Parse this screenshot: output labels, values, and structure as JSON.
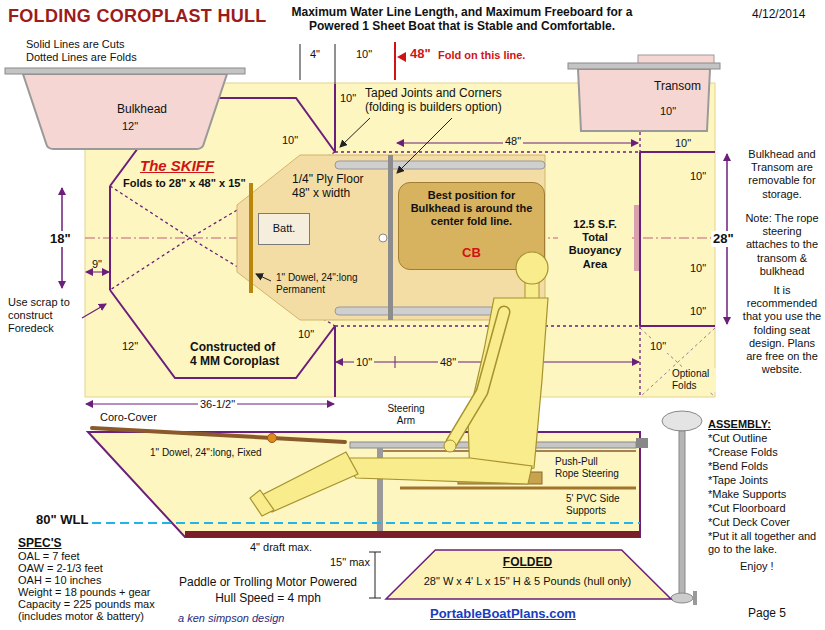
{
  "diagram": {
    "title": "FOLDING COROPLAST HULL",
    "nodes": [
      {
        "text": [
          "Bulkhead"
        ]
      },
      {
        "text": [
          "Transom",
          "10\""
        ]
      },
      {
        "text": [
          "The SKIFF",
          "Folds to 28\" x 48\" x 15\""
        ]
      },
      {
        "text": [
          "1/4\" Ply Floor 48\" x width"
        ],
        "in": 2
      },
      {
        "text": [
          "Batt."
        ],
        "in": 3
      },
      {
        "text": [
          "Best position for Bulkhead is around the center fold line.",
          "CB"
        ],
        "in": 3
      },
      {
        "text": [
          "FOLDED",
          "28\" W x 4' L x 15\" H & 5 Pounds (hull only)"
        ]
      }
    ],
    "labels": [
      "Maximum Water Line Length, and Maximum Freeboard for a Powered 1 Sheet Boat that is Stable and Comfortable.",
      "4/12/2014",
      "Solid Lines are Cuts Dotted Lines are Folds",
      "4\"",
      "10\"",
      "48\"",
      "Fold on this line.",
      "Taped Joints and Corners (folding is builders option)",
      "10\"",
      "12\"",
      "10\"",
      "48\"",
      "10\"",
      "Bulkhead and Transom are removable for storage.",
      "10\"",
      "18\"",
      "1\" Dowel, 24\":long Permanent",
      "12.5 S.F. Total Buoyancy Area",
      "28\"",
      "Note: The rope steering attaches to the transom & bulkhead",
      "10\"",
      "9\"",
      "Use scrap to construct Foredeck",
      "It is recommended that you use the folding seat design. Plans are free on the website.",
      "10\"",
      "10\"",
      "10\"",
      "10\"",
      "48\"",
      "Constructed of 4 MM Coroplast",
      "12\"",
      "Optional Folds",
      "36-1/2\"",
      "Steering Arm",
      "Coro-Cover",
      "1\" Dowel, 24\":long, Fixed",
      "ASSEMBLY:",
      "*Cut Outline",
      "*Crease Folds",
      "*Bend Folds",
      "*Tape Joints",
      "*Make Supports",
      "*Cut Floorboard",
      "*Cut Deck Cover",
      "*Put it all together and go to the lake.",
      "Enjoy !",
      "Push-Pull Rope Steering",
      "5' PVC Side Supports",
      "80\" WLL",
      "4\" draft max.",
      "SPEC'S",
      "OAL = 7 feet",
      "OAW = 2-1/3 feet",
      "OAH = 10 inches",
      "Weight = 18 pounds + gear",
      "Capacity = 225 pounds max",
      "(includes motor & battery)",
      "15\" max",
      "Paddle or Trolling Motor Powered",
      "Hull Speed = 4 mph",
      "a ken simpson design",
      "PortableBoatPlans.com",
      "Page 5"
    ]
  }
}
